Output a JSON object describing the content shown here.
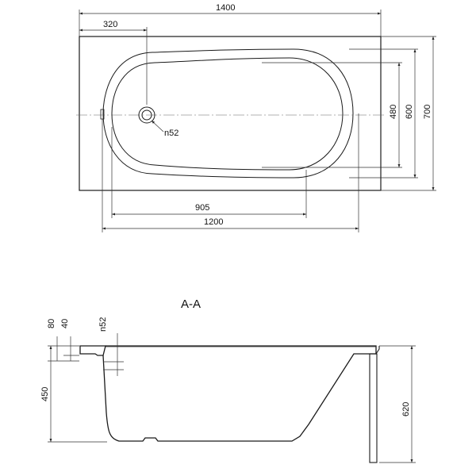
{
  "plan": {
    "dims": {
      "total_length": "1400",
      "drain_offset": "320",
      "inner_width": "480",
      "mid_width": "600",
      "total_width": "700",
      "inner_length": "905",
      "rim_length": "1200",
      "drain": "n52"
    }
  },
  "section": {
    "title": "A-A",
    "dims": {
      "rim": "80",
      "lip": "40",
      "drain": "n52",
      "depth": "450",
      "height": "620"
    }
  }
}
